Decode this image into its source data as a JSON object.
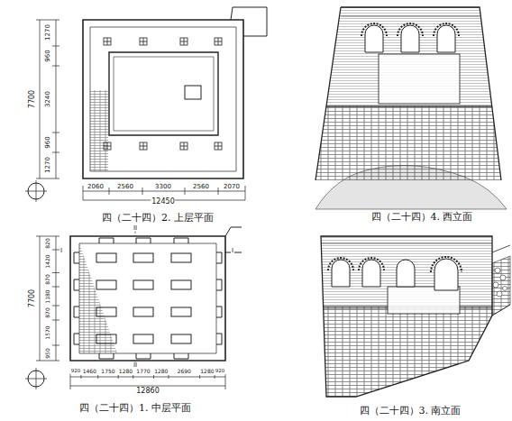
{
  "diagram": {
    "labels": [
      "7700",
      "1270",
      "960",
      "3240",
      "960",
      "1270",
      "2060",
      "2560",
      "3300",
      "2560",
      "2070",
      "12450",
      "四（二十四）2. 上层平面",
      "四（二十四）4. 西立面",
      "7700",
      "820",
      "1420",
      "870",
      "1180",
      "870",
      "1570",
      "950",
      "920",
      "1460",
      "1750",
      "1280",
      "1770",
      "1280",
      "2690",
      "1280",
      "920",
      "12860",
      "四（二十四）1. 中层平面",
      "四（二十四）3. 南立面",
      "II",
      "II",
      "I",
      "I"
    ]
  }
}
